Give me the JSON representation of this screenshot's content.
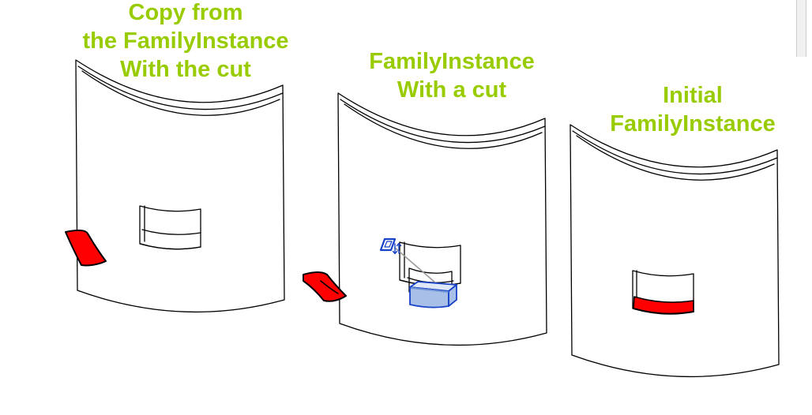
{
  "scene": {
    "background_color": "#ffffff",
    "line_color": "#000000",
    "highlight_red": "#ff0000",
    "highlight_blue_fill": "#a8c0e8",
    "highlight_blue_stroke": "#1842c8",
    "annotation_green": "#99cc00",
    "drag_line_color": "#9a9a9a"
  },
  "annotations": {
    "left": {
      "line1": "Copy from",
      "line2": "the FamilyInstance",
      "line3": "With the cut"
    },
    "middle": {
      "line1": "FamilyInstance",
      "line2": "With a cut"
    },
    "right": {
      "line1": "Initial",
      "line2": "FamilyInstance"
    }
  },
  "figures": [
    {
      "id": "wall-left",
      "name": "Curved wall with copied family instance and cut",
      "has_opening": true,
      "opening_fill": "none",
      "red_marker": "curved-red-patch-on-left-edge",
      "selected": false
    },
    {
      "id": "wall-middle",
      "name": "Curved wall with family instance being dragged (cut)",
      "has_opening": true,
      "opening_fill": "none",
      "red_marker": "bent-red-patch-on-left-edge",
      "selected": true,
      "cursor_icon": "move-offset-icon",
      "drag_box_color": "#a8c0e8"
    },
    {
      "id": "wall-right",
      "name": "Initial curved wall with family instance",
      "has_opening": true,
      "opening_fill": "#ff0000",
      "red_marker": "red-band-at-opening-sill",
      "selected": false
    }
  ],
  "scrollbar": {
    "visible": true,
    "orientation": "vertical",
    "track_color": "#f1f1f1"
  }
}
